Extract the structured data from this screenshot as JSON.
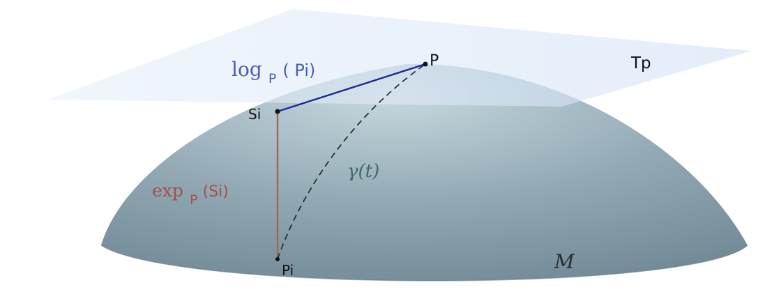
{
  "labels": {
    "point_p": "P",
    "point_si": "Si",
    "point_pi": "Pi",
    "tangent_plane": "Tp",
    "manifold": "M",
    "log_map": {
      "fn": "log",
      "sub": "P",
      "arg": "( Pi)"
    },
    "exp_map": {
      "fn": "exp",
      "sub": "P",
      "arg": "(Si)"
    },
    "geodesic": "γ(t)"
  },
  "colors": {
    "plane": "#dce8f7",
    "log_segment": "#1a2a8c",
    "exp_segment": "#a0655a",
    "log_text": "#4a5fb0",
    "exp_text": "#a0524a",
    "geodesic_text": "#3f6a6a",
    "geodesic_curve": "#223333",
    "dome_top": "#c6d7de",
    "dome_mid": "#93aab5",
    "dome_bottom": "#6f8794"
  }
}
